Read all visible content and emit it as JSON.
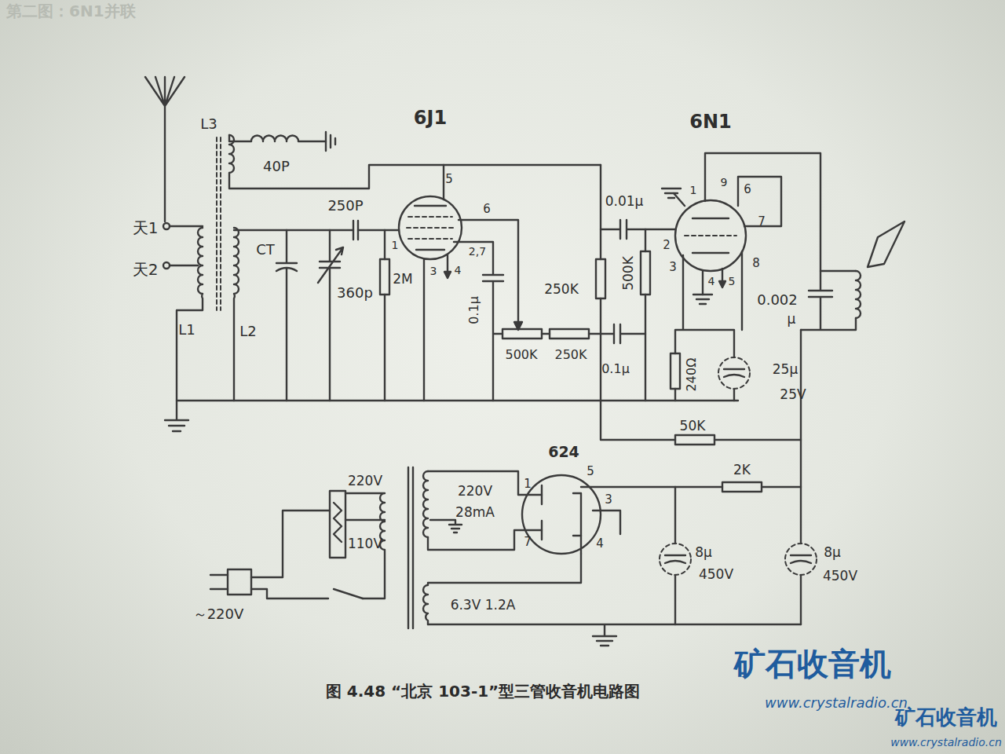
{
  "diagram": {
    "title": "第二图：6N1并联",
    "caption": "图 4.48 “北京 103-1”型三管收音机电路图",
    "labels": [
      "6J1",
      "6N1",
      "L3",
      "40P",
      "天1",
      "天2",
      "CT",
      "250P",
      "360p",
      "2M",
      "L1",
      "L2",
      "5",
      "6",
      "1",
      "2,7",
      "3",
      "4",
      "0.1μ",
      "250K",
      "500K",
      "250K",
      "0.01μ",
      "500K",
      "0.1μ",
      "1",
      "9",
      "6",
      "7",
      "2",
      "3",
      "8",
      "4",
      "5",
      "0.002",
      "μ",
      "240Ω",
      "25μ",
      "25V",
      "50K",
      "624",
      "5",
      "1",
      "3",
      "7",
      "4",
      "2K",
      "220V",
      "220V",
      "28mA",
      "110V",
      "～220V",
      "6.3V 1.2A",
      "8μ",
      "450V",
      "8μ",
      "450V",
      "矿石收音机",
      "www.crystalradio.cn",
      "矿石收音机",
      "www.crystalradio.cn"
    ]
  }
}
